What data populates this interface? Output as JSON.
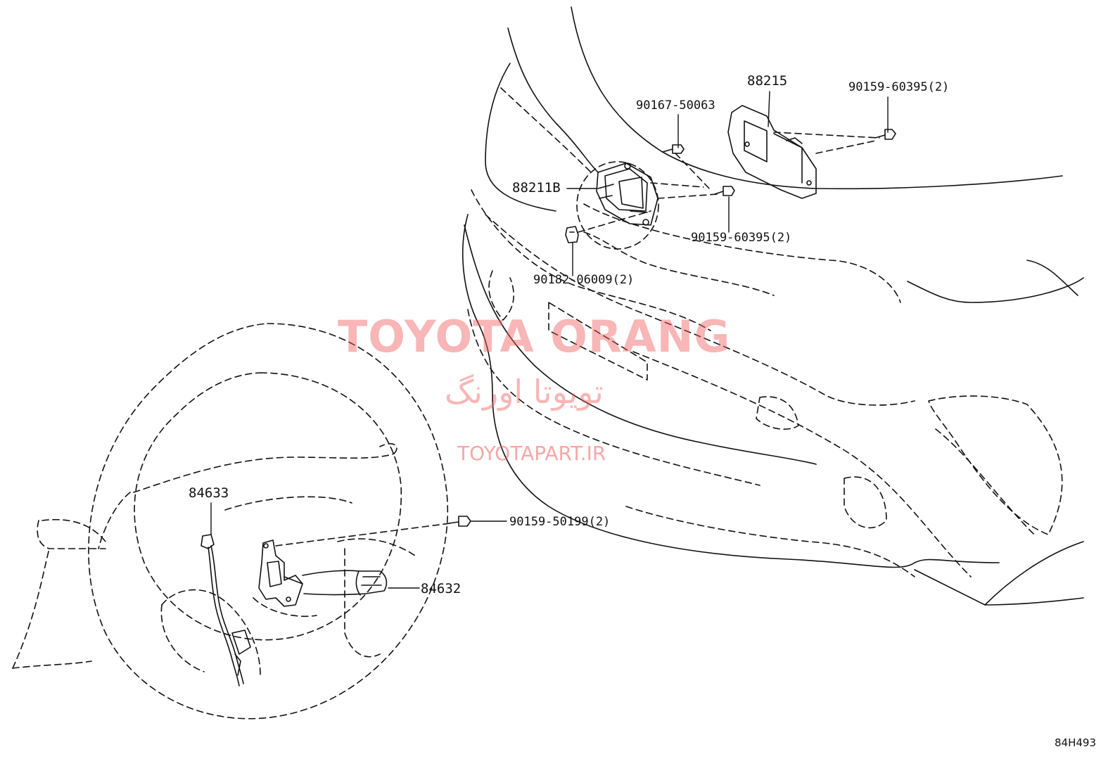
{
  "parts": {
    "p88215": "88215",
    "p90159_60395_top": "90159-60395(2)",
    "p90167_50063": "90167-50063",
    "p88211B": "88211B",
    "p90159_60395_mid": "90159-60395(2)",
    "p90182_06009": "90182-06009(2)",
    "p84633": "84633",
    "p90159_50199": "90159-50199(2)",
    "p84632": "84632"
  },
  "watermark": {
    "main": "TOYOTA ORANG",
    "persian": "تویوتا اورنگ",
    "url": "TOYOTAPART.IR"
  },
  "diagram_ref": "84H493",
  "colors": {
    "line": "#111111",
    "watermark": "#f06060"
  }
}
